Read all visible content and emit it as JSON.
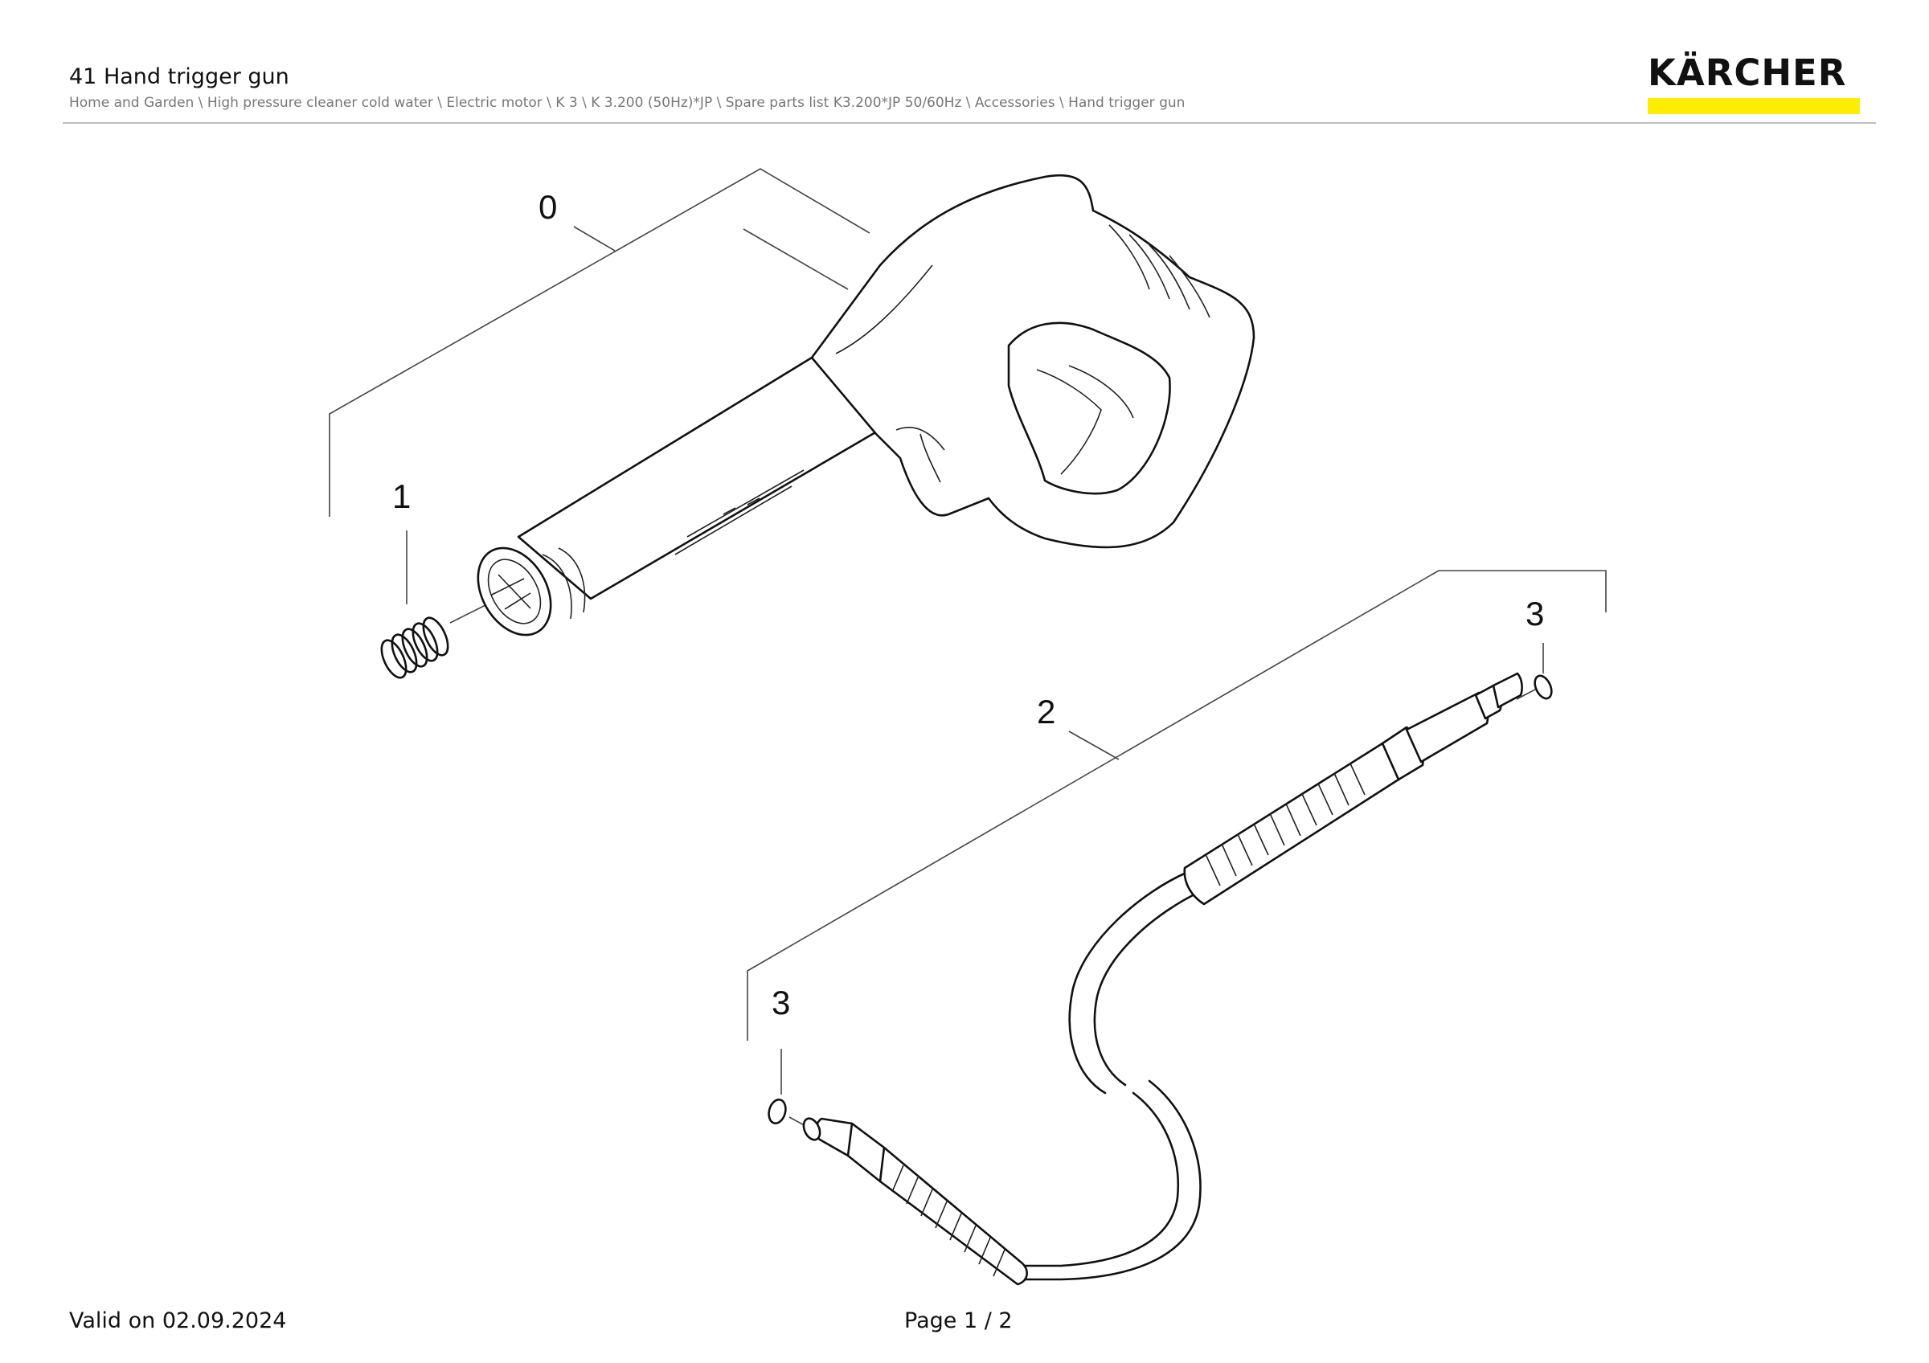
{
  "header": {
    "title": "41 Hand trigger gun",
    "breadcrumb": "Home and Garden \\ High pressure cleaner cold water \\ Electric motor \\ K 3 \\ K 3.200 (50Hz)*JP \\ Spare parts list K3.200*JP 50/60Hz \\ Accessories \\ Hand trigger gun"
  },
  "logo": {
    "text": "KÄRCHER",
    "bar_color": "#ffed00"
  },
  "drawing": {
    "callouts": [
      "0",
      "1",
      "2",
      "3",
      "3"
    ]
  },
  "footer": {
    "valid": "Valid on 02.09.2024",
    "page": "Page 1 / 2"
  }
}
